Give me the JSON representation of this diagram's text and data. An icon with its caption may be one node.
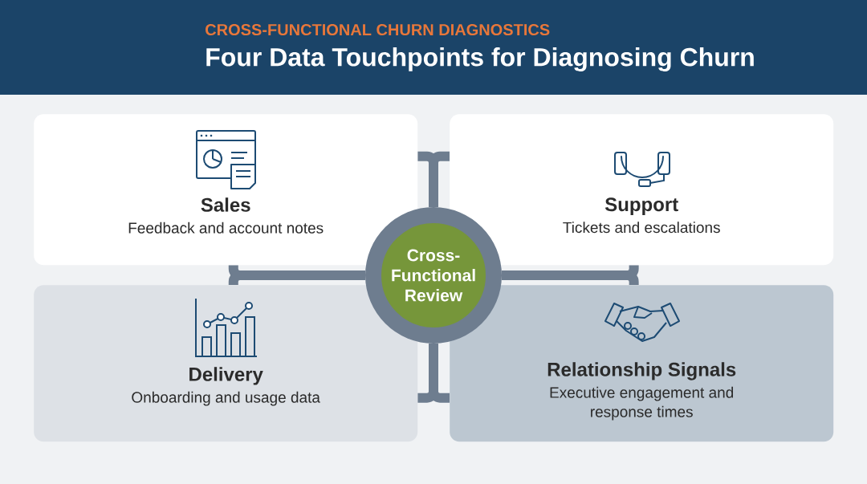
{
  "diagram": {
    "title": "Four Data Touchpoints for Diagnosing Churn",
    "nodes": [
      {
        "text": [
          "Sales",
          "Feedback and account notes"
        ]
      },
      {
        "text": [
          "Support",
          "Tickets and escalations"
        ]
      },
      {
        "text": [
          "Delivery",
          "Onboarding and usage data"
        ]
      },
      {
        "text": [
          "Relationship Signals",
          "Executive engagement and response times"
        ]
      },
      {
        "text": [
          "Cross-Functional Review"
        ]
      }
    ],
    "edges": [
      {
        "from": 4,
        "to": 0,
        "arrow": "none"
      },
      {
        "from": 4,
        "to": 1,
        "arrow": "none"
      },
      {
        "from": 4,
        "to": 0,
        "arrow": "none"
      },
      {
        "from": 4,
        "to": 2,
        "arrow": "none"
      },
      {
        "from": 4,
        "to": 1,
        "arrow": "none"
      },
      {
        "from": 4,
        "to": 3,
        "arrow": "none"
      },
      {
        "from": 4,
        "to": 2,
        "arrow": "none"
      },
      {
        "from": 4,
        "to": 3,
        "arrow": "none"
      }
    ],
    "labels": [
      "CROSS-FUNCTIONAL CHURN DIAGNOSTICS"
    ]
  }
}
